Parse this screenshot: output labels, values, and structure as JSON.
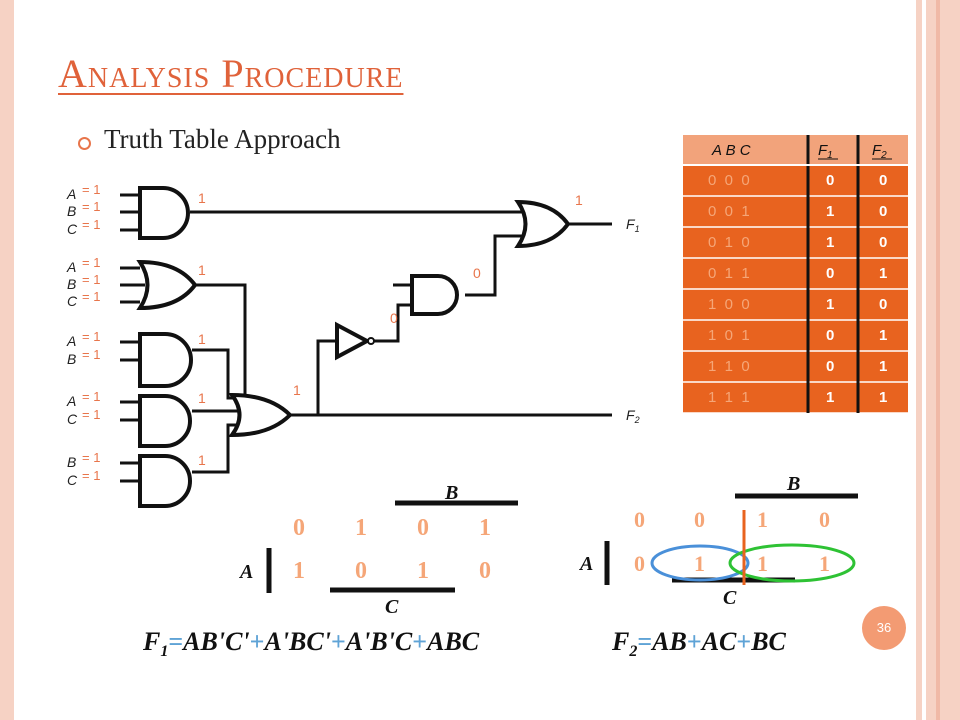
{
  "slide": {
    "title": "Analysis Procedure",
    "bullet": "Truth Table Approach",
    "page_number": "36"
  },
  "circuit": {
    "input_groups": [
      {
        "vars": [
          "A",
          "B",
          "C"
        ],
        "values": [
          "= 1",
          "= 1",
          "= 1"
        ]
      },
      {
        "vars": [
          "A",
          "B",
          "C"
        ],
        "values": [
          "= 1",
          "= 1",
          "= 1"
        ]
      },
      {
        "vars": [
          "A",
          "B"
        ],
        "values": [
          "= 1",
          "= 1"
        ]
      },
      {
        "vars": [
          "A",
          "C"
        ],
        "values": [
          "= 1",
          "= 1"
        ]
      },
      {
        "vars": [
          "B",
          "C"
        ],
        "values": [
          "= 1",
          "= 1"
        ]
      }
    ],
    "wire_values": {
      "and3_out": "1",
      "or3_out": "1",
      "and_ab_out": "1",
      "and_ac_out": "1",
      "and_bc_out": "1",
      "or_f2_out": "1",
      "inverter_out": "0",
      "and2_out": "0",
      "f1_out": "1"
    },
    "outputs": {
      "f1": "F",
      "f1_sub": "1",
      "f2": "F",
      "f2_sub": "2"
    }
  },
  "truth_table": {
    "header_inputs": "A  B  C",
    "header_f1": "F",
    "header_f1_sub": "1",
    "header_f2": "F",
    "header_f2_sub": "2",
    "rows": [
      {
        "abc": "0  0  0",
        "f1": "0",
        "f2": "0"
      },
      {
        "abc": "0  0  1",
        "f1": "1",
        "f2": "0"
      },
      {
        "abc": "0  1  0",
        "f1": "1",
        "f2": "0"
      },
      {
        "abc": "0  1  1",
        "f1": "0",
        "f2": "1"
      },
      {
        "abc": "1  0  0",
        "f1": "1",
        "f2": "0"
      },
      {
        "abc": "1  0  1",
        "f1": "0",
        "f2": "1"
      },
      {
        "abc": "1  1  0",
        "f1": "0",
        "f2": "1"
      },
      {
        "abc": "1  1  1",
        "f1": "1",
        "f2": "1"
      }
    ],
    "colors": {
      "header_bg": "#f2a37b",
      "row_bg": "#e8631f",
      "orange_text": "#f5a678"
    }
  },
  "kmap_f1": {
    "label_b": "B",
    "label_a": "A",
    "label_c": "C",
    "row0": [
      "0",
      "1",
      "0",
      "1"
    ],
    "row1": [
      "1",
      "0",
      "1",
      "0"
    ]
  },
  "kmap_f2": {
    "label_b": "B",
    "label_a": "A",
    "label_c": "C",
    "row0": [
      "0",
      "0",
      "1",
      "0"
    ],
    "row1": [
      "0",
      "1",
      "1",
      "1"
    ]
  },
  "equations": {
    "f1_lhs": "F",
    "f1_sub": "1",
    "f1_terms": [
      "AB'C'",
      "A'BC'",
      "A'B'C",
      "ABC"
    ],
    "f2_lhs": "F",
    "f2_sub": "2",
    "f2_terms": [
      "AB",
      "AC",
      "BC"
    ],
    "equals": "=",
    "plus": "+"
  },
  "colors": {
    "accent": "#e0623a",
    "value_orange": "#e8754b",
    "circle_blue": "#4a90d9",
    "circle_green": "#2ec234"
  }
}
